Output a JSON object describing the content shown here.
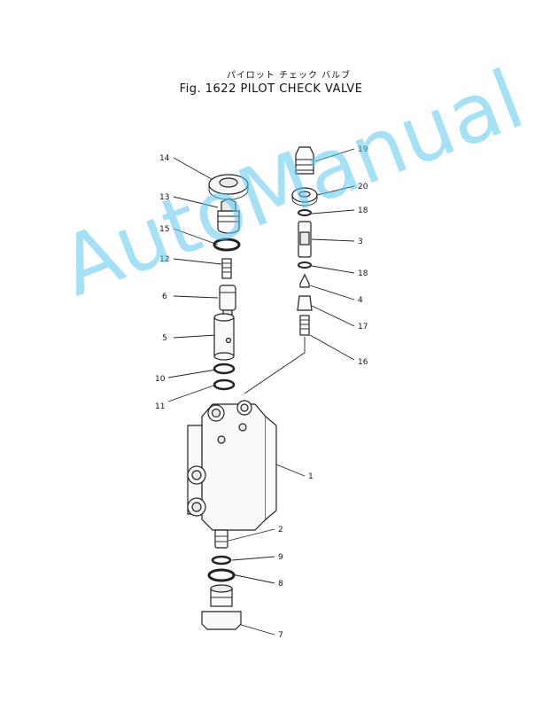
{
  "title": {
    "japanese": "パイロット チェック バルブ",
    "english": "Fig. 1622 PILOT CHECK VALVE"
  },
  "callouts": [
    "19",
    "14",
    "20",
    "13",
    "18",
    "15",
    "3",
    "12",
    "18",
    "6",
    "4",
    "17",
    "5",
    "16",
    "10",
    "11",
    "1",
    "2",
    "9",
    "8",
    "7"
  ],
  "watermark": "AutoManual",
  "colors": {
    "watermark": "#5bc8ef",
    "ink": "#222222"
  }
}
